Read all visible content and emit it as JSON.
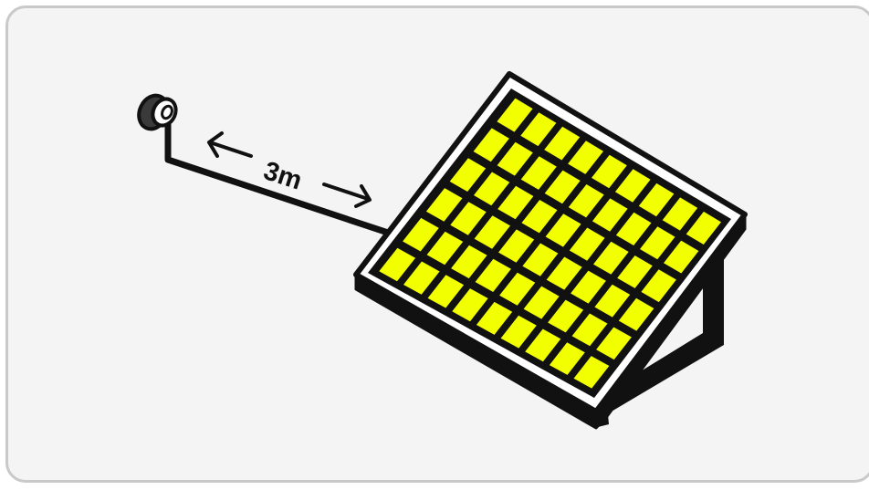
{
  "distance_label": "3m",
  "panel": {
    "rows": 6,
    "cols": 9,
    "cell_color": "#f2ff00",
    "outline_color": "#111111",
    "frame_color": "#ffffff"
  },
  "background_color": "#f4f4f4",
  "border_color": "#c9c9c9"
}
